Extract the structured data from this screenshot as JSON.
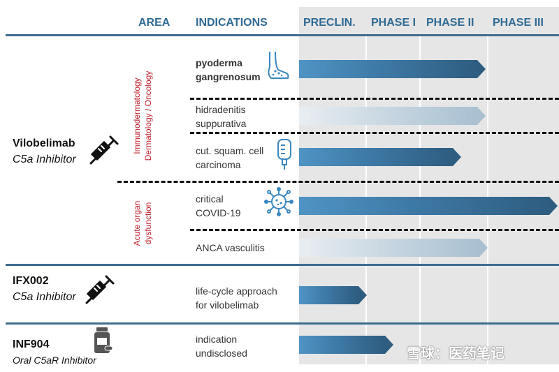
{
  "header": {
    "area": "AREA",
    "indications": "INDICATIONS",
    "phases": [
      "PRECLIN.",
      "PHASE I",
      "PHASE II",
      "PHASE III"
    ]
  },
  "drugs": [
    {
      "name": "Vilobelimab",
      "mechanism": "C5a Inhibitor"
    },
    {
      "name": "IFX002",
      "mechanism": "C5a Inhibitor"
    },
    {
      "name": "INF904",
      "mechanism": "Oral C5aR Inhibitor"
    }
  ],
  "areas": {
    "derm": "Immunodermatology\nDermatology / Oncology",
    "acute": "Acute organ\ndysfunction"
  },
  "indications": [
    {
      "text": "pyoderma\ngangrenosum",
      "progress": "Phase II",
      "status": "active"
    },
    {
      "text": "hidradenitis\nsuppurativa",
      "progress": "Phase II",
      "status": "completed"
    },
    {
      "text": "cut. squam. cell\ncarcinoma",
      "progress": "Phase II",
      "status": "active"
    },
    {
      "text": "critical\nCOVID-19",
      "progress": "Phase III",
      "status": "active"
    },
    {
      "text": "ANCA vasculitis",
      "progress": "Phase II",
      "status": "completed"
    },
    {
      "text": "life-cycle approach\nfor vilobelimab",
      "progress": "Preclinical",
      "status": "active"
    },
    {
      "text": "indication\nundisclosed",
      "progress": "Phase I",
      "status": "active"
    }
  ],
  "icons": [
    "foot-icon",
    "infusion-bag-icon",
    "virus-icon",
    "syringe-icon",
    "pill-bottle-icon"
  ],
  "watermark": "雪球：医药笔记",
  "colors": {
    "header": "#2e6a93",
    "area_label": "#c0202b",
    "bar_dark": "#2e5d80",
    "bar_light": "#a9c0d1"
  }
}
